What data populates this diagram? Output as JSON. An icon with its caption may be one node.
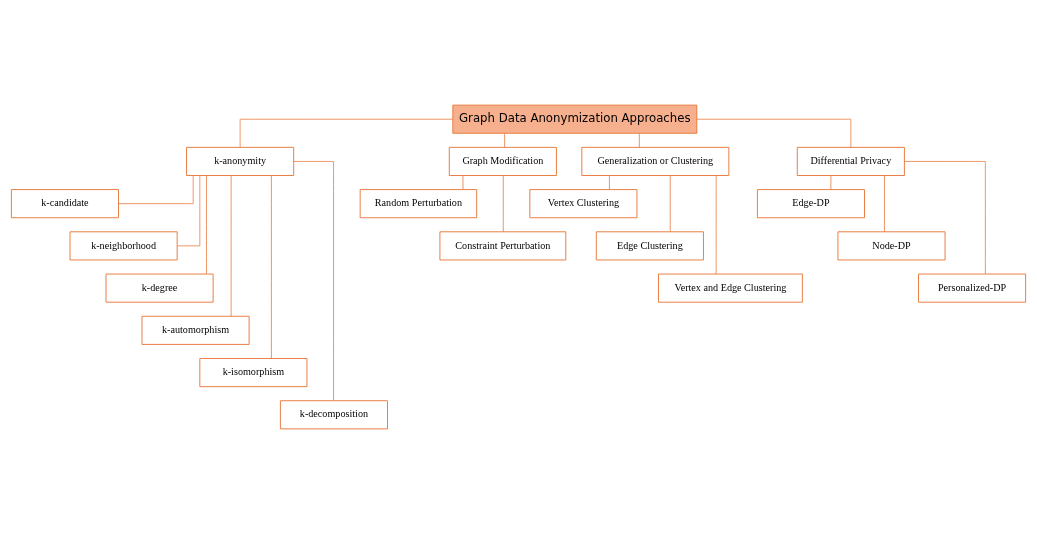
{
  "diagram": {
    "nodes": [
      {
        "text": [
          "Graph Data Anonymization Approaches"
        ]
      },
      {
        "text": [
          "k-anonymity"
        ]
      },
      {
        "text": [
          "Graph Modification"
        ]
      },
      {
        "text": [
          "Generalization or Clustering"
        ]
      },
      {
        "text": [
          "Differential Privacy"
        ]
      },
      {
        "text": [
          "k-candidate"
        ]
      },
      {
        "text": [
          "k-neighborhood"
        ]
      },
      {
        "text": [
          "k-degree"
        ]
      },
      {
        "text": [
          "k-automorphism"
        ]
      },
      {
        "text": [
          "k-isomorphism"
        ]
      },
      {
        "text": [
          "k-decomposition"
        ]
      },
      {
        "text": [
          "Random Perturbation"
        ]
      },
      {
        "text": [
          "Constraint Perturbation"
        ]
      },
      {
        "text": [
          "Vertex Clustering"
        ]
      },
      {
        "text": [
          "Edge Clustering"
        ]
      },
      {
        "text": [
          "Vertex and Edge Clustering"
        ]
      },
      {
        "text": [
          "Edge-DP"
        ]
      },
      {
        "text": [
          "Node-DP"
        ]
      },
      {
        "text": [
          "Personalized-DP"
        ]
      }
    ],
    "edges": [
      {
        "from": 0,
        "to": 1,
        "arrow": "none"
      },
      {
        "from": 0,
        "to": 2,
        "arrow": "none"
      },
      {
        "from": 0,
        "to": 3,
        "arrow": "none"
      },
      {
        "from": 0,
        "to": 4,
        "arrow": "none"
      },
      {
        "from": 1,
        "to": 5,
        "arrow": "none"
      },
      {
        "from": 1,
        "to": 6,
        "arrow": "none"
      },
      {
        "from": 1,
        "to": 7,
        "arrow": "none"
      },
      {
        "from": 1,
        "to": 8,
        "arrow": "none"
      },
      {
        "from": 1,
        "to": 9,
        "arrow": "none"
      },
      {
        "from": 1,
        "to": 10,
        "arrow": "none"
      },
      {
        "from": 2,
        "to": 11,
        "arrow": "none"
      },
      {
        "from": 2,
        "to": 12,
        "arrow": "none"
      },
      {
        "from": 3,
        "to": 13,
        "arrow": "none"
      },
      {
        "from": 3,
        "to": 14,
        "arrow": "none"
      },
      {
        "from": 3,
        "to": 15,
        "arrow": "none"
      },
      {
        "from": 4,
        "to": 16,
        "arrow": "none"
      },
      {
        "from": 4,
        "to": 17,
        "arrow": "none"
      },
      {
        "from": 4,
        "to": 18,
        "arrow": "none"
      }
    ]
  }
}
